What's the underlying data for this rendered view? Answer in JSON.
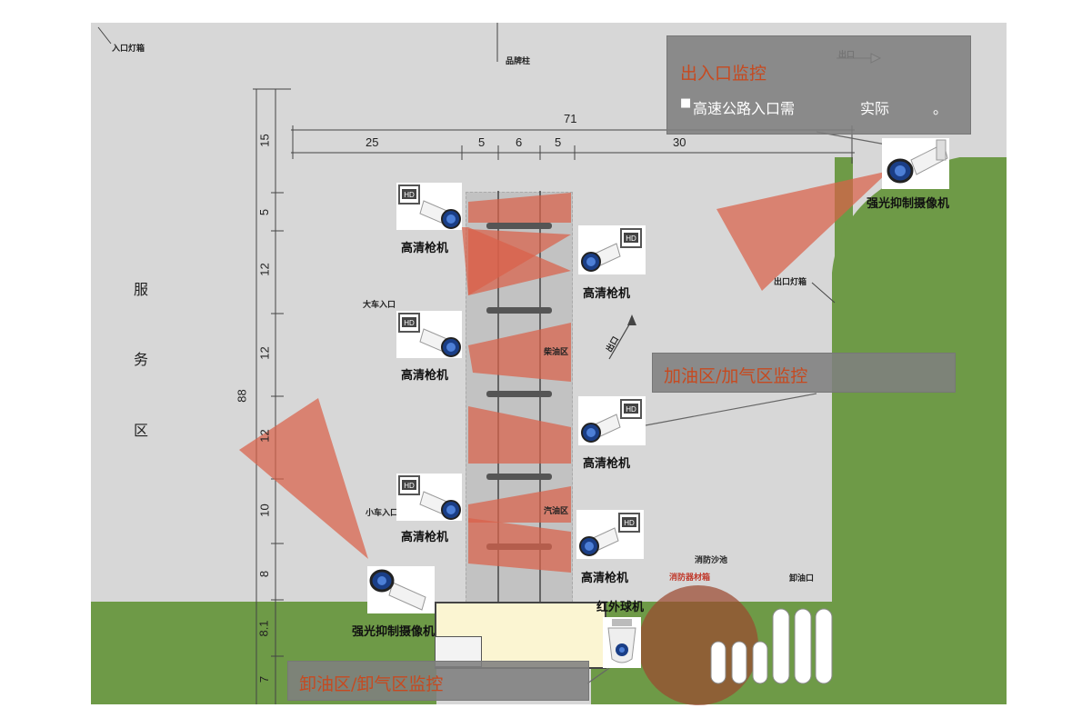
{
  "plan_labels": {
    "entrance_lightbox": "入口灯箱",
    "column": "品牌柱",
    "exit_top": "出口",
    "truck_entrance": "大车入口",
    "car_entrance": "小车入口",
    "exit_arrow": "出口",
    "fuel_area": "柴油区",
    "gas_area": "汽油区",
    "exit_lightbox": "出口灯箱",
    "fire_sand": "消防沙池",
    "fire_equipment": "消防器材箱",
    "unload_port": "卸油口"
  },
  "service_area": [
    "服",
    "务",
    "区"
  ],
  "dimensions": {
    "top_total": "71",
    "top": [
      "25",
      "5",
      "6",
      "5",
      "30"
    ],
    "left_total": "88",
    "left": [
      "15",
      "5",
      "12",
      "12",
      "12",
      "10",
      "8",
      "8.1",
      "7"
    ]
  },
  "cameras": {
    "hd": "高清枪机",
    "strong": "强光抑制摄像机",
    "ir": "红外球机",
    "hd_badge": "HD"
  },
  "panels": {
    "entrance": {
      "title": "出入口监控",
      "bullet": "■",
      "text": "高速公路入口需",
      "text2": "实际",
      "text3": "。"
    },
    "fuel": {
      "title": "加油区/加气区监控"
    },
    "unload": {
      "title": "卸油区/卸气区监控"
    }
  },
  "colors": {
    "grass": "#6e9a47",
    "ground": "#d7d7d7",
    "fov": "#d9614a",
    "panel_title": "#c64a20"
  }
}
